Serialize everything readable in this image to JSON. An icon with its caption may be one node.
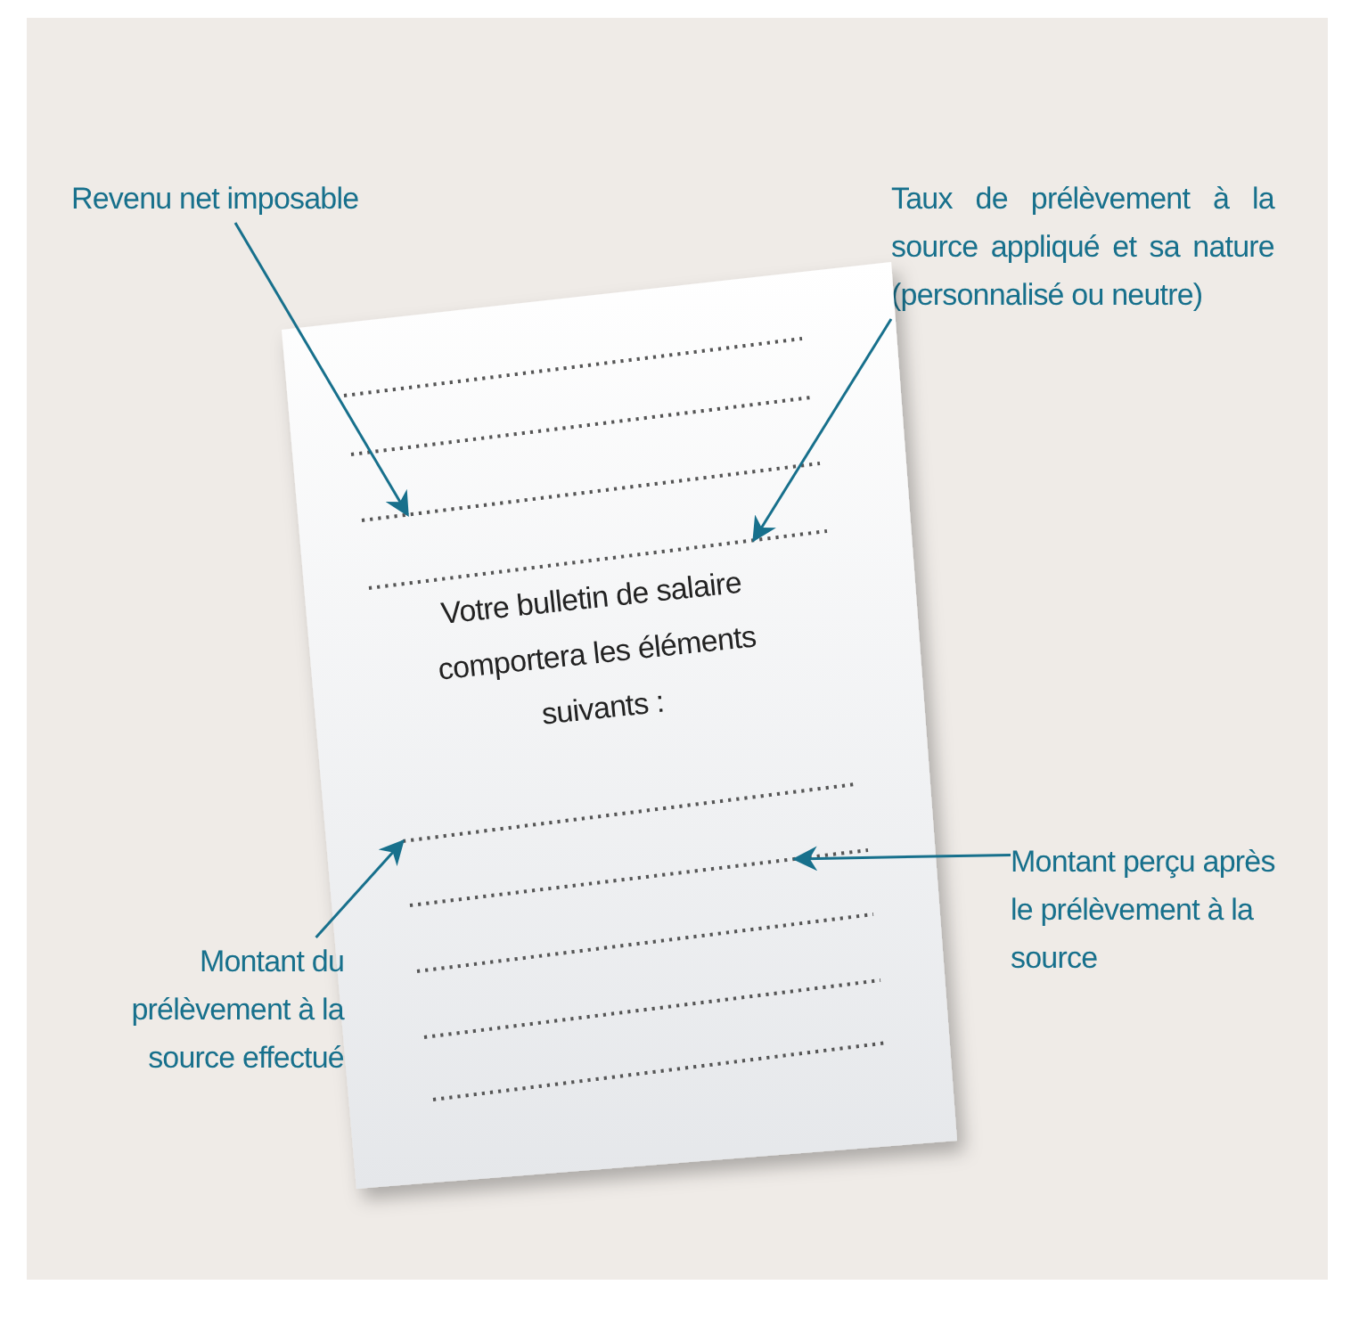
{
  "diagram": {
    "nodes": [
      {
        "text": [
          "Revenu net imposable"
        ]
      },
      {
        "text": [
          "Taux de prélèvement à la source appliqué et sa nature (personnalisé ou neutre)"
        ]
      },
      {
        "text": [
          "Votre bulletin de salaire comportera les éléments suivants :"
        ]
      },
      {
        "text": [],
        "shape": "line",
        "in": 2
      },
      {
        "text": [],
        "shape": "line",
        "in": 2
      },
      {
        "text": [],
        "shape": "line",
        "in": 2
      },
      {
        "text": [],
        "shape": "line",
        "in": 2
      },
      {
        "text": [],
        "shape": "line",
        "in": 2
      },
      {
        "text": [],
        "shape": "line",
        "in": 2
      },
      {
        "text": [],
        "shape": "line",
        "in": 2
      },
      {
        "text": [],
        "shape": "line",
        "in": 2
      },
      {
        "text": [],
        "shape": "line",
        "in": 2
      },
      {
        "text": [
          "Montant du prélèvement à la source effectué"
        ]
      },
      {
        "text": [
          "Montant perçu après le prélèvement à la source"
        ]
      }
    ],
    "edges": [
      {
        "from": 0,
        "to": 5,
        "arrow": "to"
      },
      {
        "from": 1,
        "to": 6,
        "arrow": "to"
      },
      {
        "from": 12,
        "to": 7,
        "arrow": "to"
      },
      {
        "from": 13,
        "to": 8,
        "arrow": "to"
      }
    ]
  }
}
